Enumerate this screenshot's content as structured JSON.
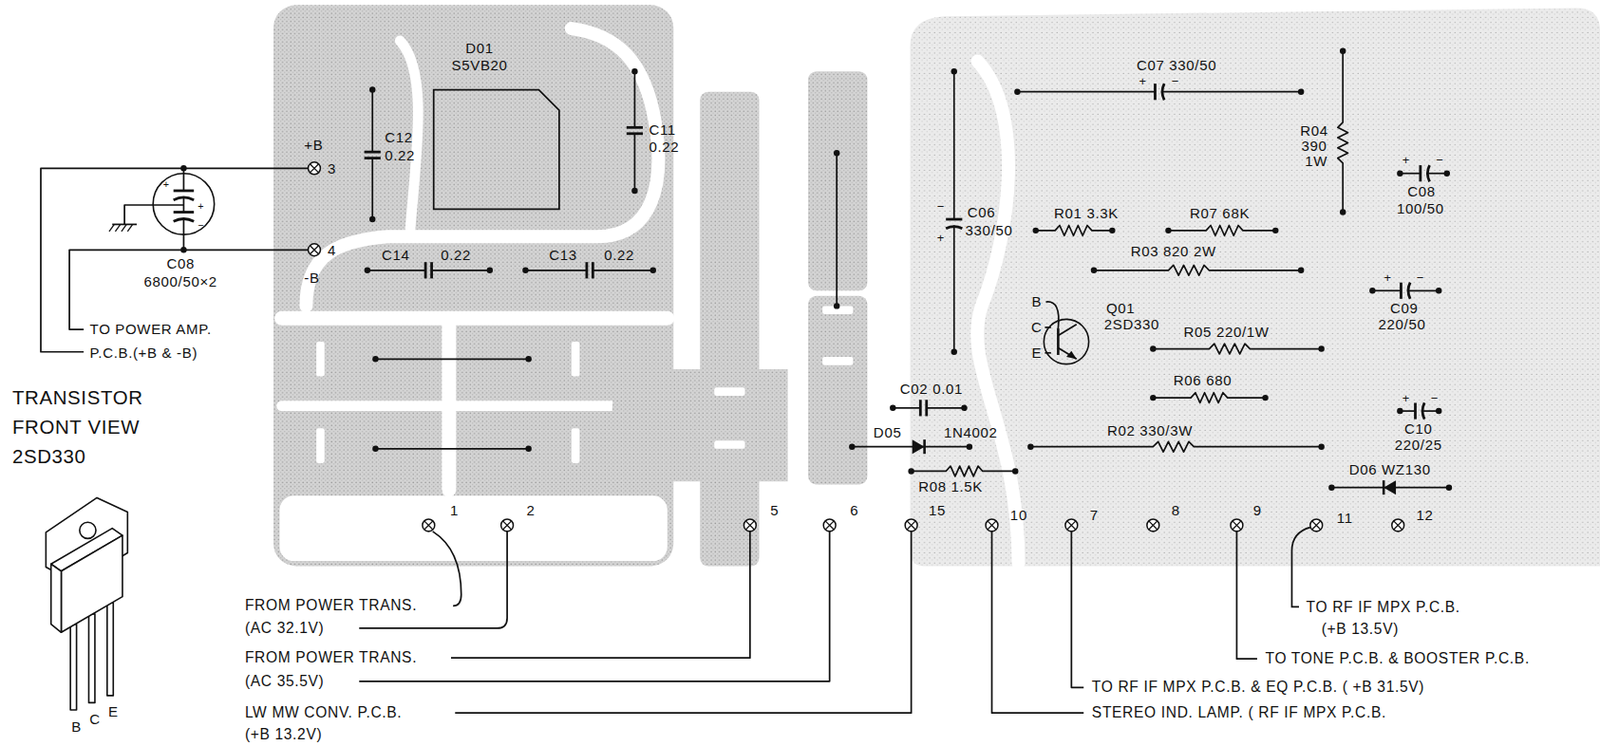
{
  "diagram": {
    "labels": [
      "D01",
      "S5VB20",
      "C12",
      "0.22",
      "C11",
      "0.22",
      "+B",
      "3",
      "+",
      "+",
      "−",
      "C08",
      "6800/50×2",
      "4",
      "-B",
      "C14",
      "0.22",
      "C13",
      "0.22",
      "TO POWER AMP.",
      "P.C.B.(+B & -B)",
      "TRANSISTOR",
      "FRONT VIEW",
      "2SD330",
      "B",
      "C",
      "E",
      "C07 330/50",
      "+",
      "−",
      "R04",
      "390",
      "1W",
      "+",
      "−",
      "C08",
      "100/50",
      "−",
      "+",
      "C06",
      "330/50",
      "R01 3.3K",
      "R07 68K",
      "R03 820 2W",
      "B",
      "C",
      "E",
      "Q01",
      "2SD330",
      "R05 220/1W",
      "+",
      "−",
      "C09",
      "220/50",
      "R06 680",
      "C02 0.01",
      "+",
      "−",
      "C10",
      "220/25",
      "D05",
      "1N4002",
      "R02 330/3W",
      "R08 1.5K",
      "D06 WZ130",
      "1",
      "2",
      "5",
      "6",
      "15",
      "10",
      "7",
      "8",
      "9",
      "11",
      "12",
      "FROM POWER TRANS.",
      "(AC 32.1V)",
      "FROM POWER TRANS.",
      "(AC 35.5V)",
      "LW MW CONV. P.C.B.",
      "(+B 13.2V)",
      "TO RF IF MPX P.C.B.",
      "(+B 13.5V)",
      "TO TONE P.C.B. & BOOSTER P.C.B.",
      "TO RF IF MPX P.C.B. & EQ P.C.B. ( +B 31.5V)",
      "STEREO IND. LAMP. ( RF IF MPX P.C.B."
    ]
  }
}
